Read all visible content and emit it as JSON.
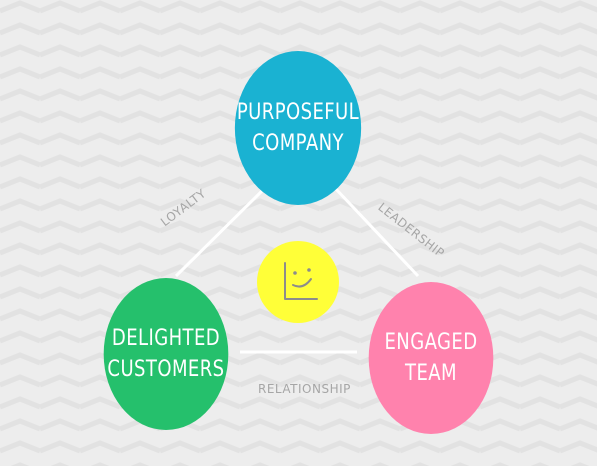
{
  "colors": {
    "background": "#ededed",
    "top_node": "#1ab2d2",
    "left_node": "#25c06c",
    "right_node": "#ff82ad",
    "center_node": "#ffff38",
    "connector": "#ffffff",
    "label": "#a6a6a6"
  },
  "nodes": {
    "top": {
      "line1": "PURPOSEFUL",
      "line2": "COMPANY"
    },
    "left": {
      "line1": "DELIGHTED",
      "line2": "CUSTOMERS"
    },
    "right": {
      "line1": "ENGAGED",
      "line2": "TEAM"
    }
  },
  "center": {
    "icon": "smiley-chart-icon"
  },
  "edges": {
    "left": "LOYALTY",
    "right": "LEADERSHIP",
    "bottom": "RELATIONSHIP"
  }
}
